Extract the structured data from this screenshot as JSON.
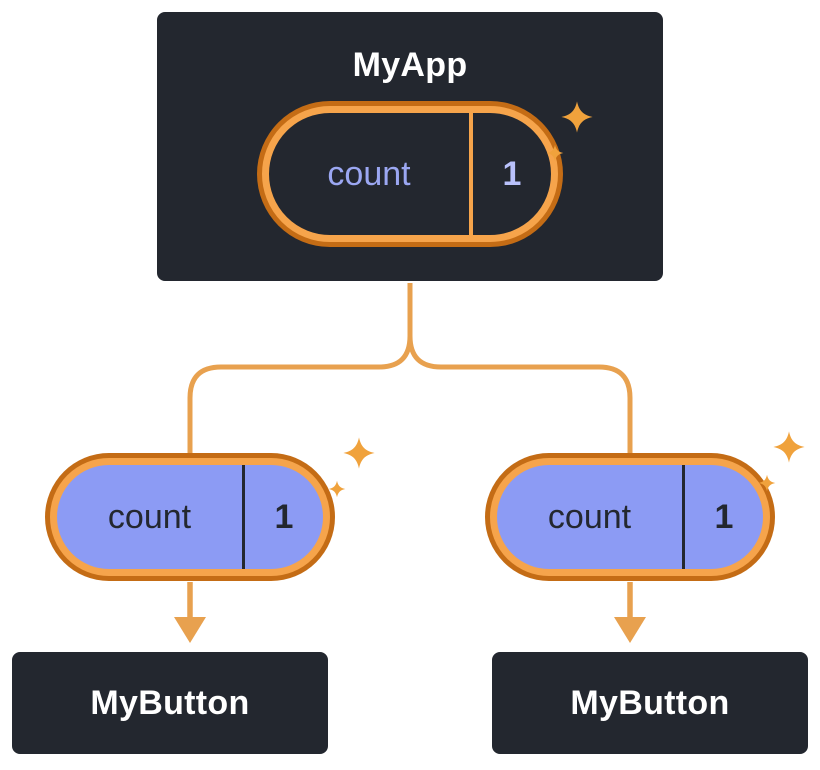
{
  "diagram": {
    "root": {
      "title": "MyApp",
      "state": {
        "label": "count",
        "value": "1"
      }
    },
    "children": [
      {
        "title": "MyButton",
        "prop": {
          "label": "count",
          "value": "1"
        }
      },
      {
        "title": "MyButton",
        "prop": {
          "label": "count",
          "value": "1"
        }
      }
    ]
  },
  "icons": {
    "sparkle": "sparkle-icon",
    "arrow": "down-arrow-icon"
  },
  "colors": {
    "node_bg": "#23272F",
    "node_text": "#FFFFFF",
    "connector": "#E8A14F",
    "pill_ring_inner": "#F6A44B",
    "pill_ring_outer": "#C46C15",
    "pill_fill": "#8C9BF4",
    "pill_text_dark": "#23272F",
    "pill_label_light": "#9BA7F2",
    "pill_value_light": "#B9C1FB",
    "sparkle": "#F0A23C"
  }
}
